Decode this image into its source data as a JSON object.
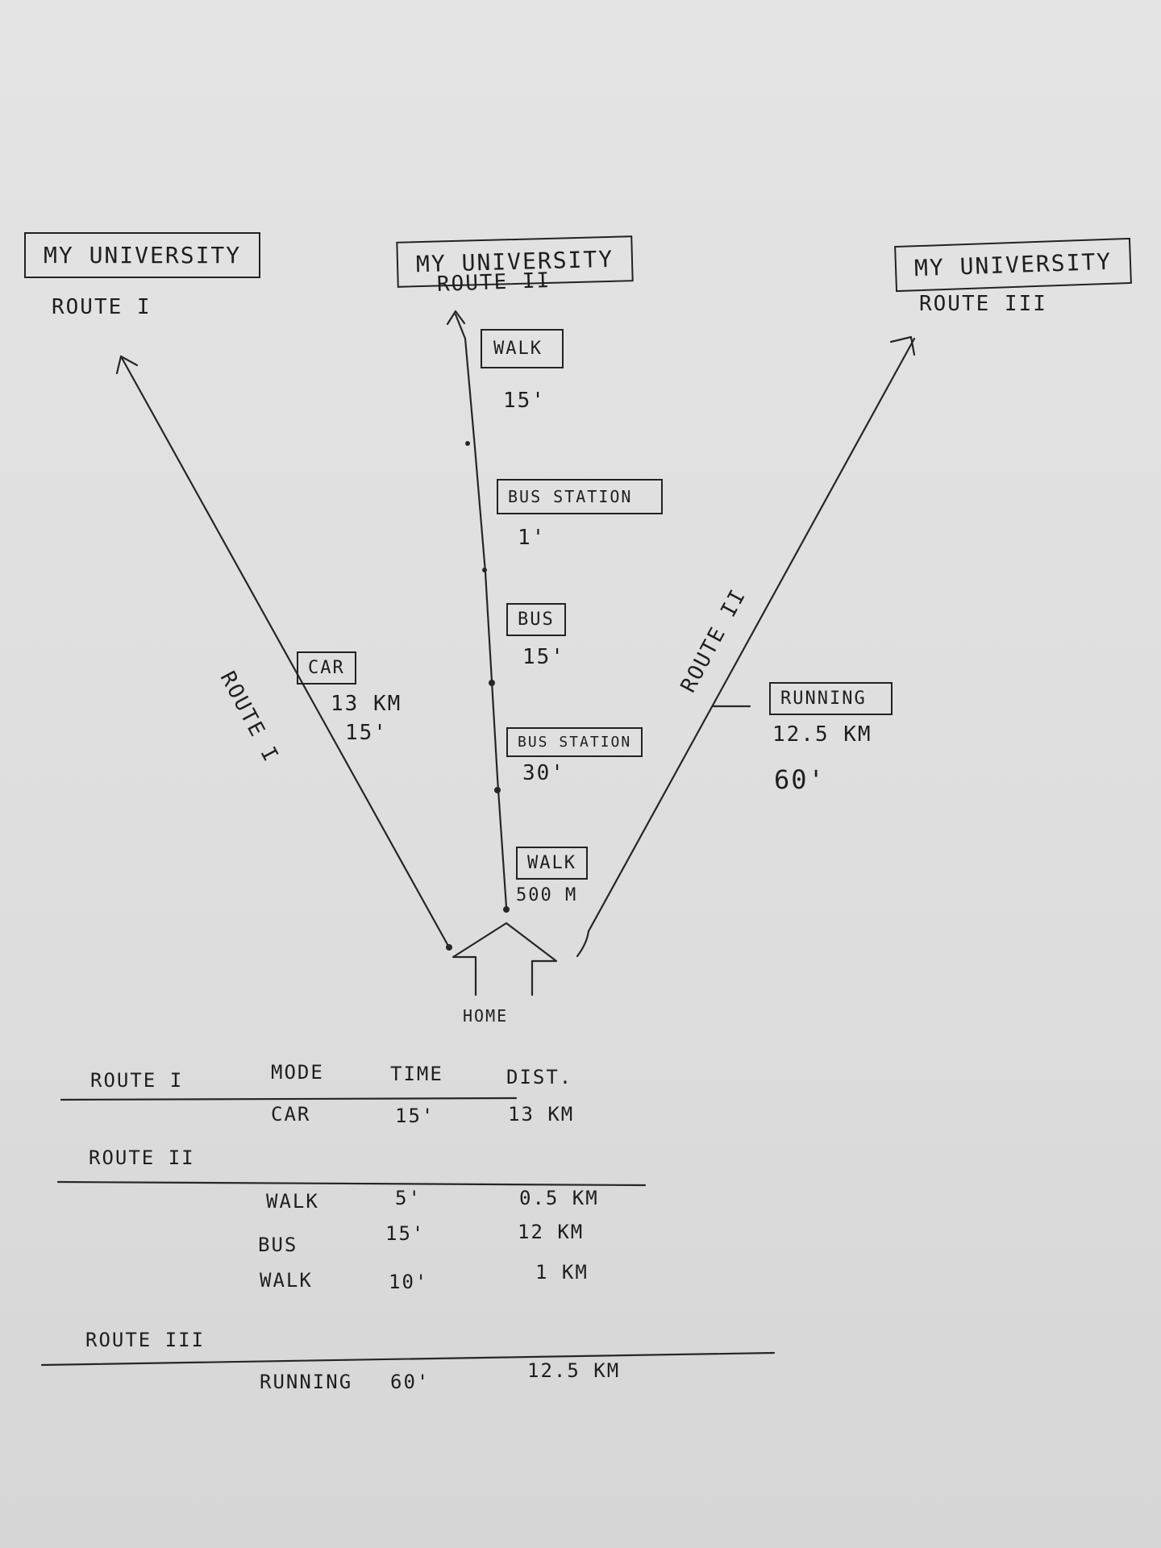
{
  "destination": "MY UNIVERSITY",
  "origin": "HOME",
  "routes": {
    "r1": {
      "label": "ROUTE I",
      "path_label": "ROUTE I",
      "mode": "CAR",
      "distance": "13 KM",
      "time": "15'"
    },
    "r2": {
      "label": "ROUTE II",
      "legs": [
        {
          "mode": "WALK",
          "value": "500 M"
        },
        {
          "mode": "BUS STATION",
          "value": "30'"
        },
        {
          "mode": "BUS",
          "value": "15'"
        },
        {
          "mode": "BUS STATION",
          "value": "1'"
        },
        {
          "mode": "WALK",
          "value": "15'"
        }
      ]
    },
    "r3": {
      "label": "ROUTE III",
      "path_label": "ROUTE II",
      "mode": "RUNNING",
      "distance": "12.5 KM",
      "time": "60'"
    }
  },
  "table": {
    "headers": {
      "mode": "MODE",
      "time": "TIME",
      "dist": "DIST."
    },
    "sections": [
      {
        "name": "ROUTE I",
        "rows": [
          {
            "mode": "CAR",
            "time": "15'",
            "dist": "13 KM"
          }
        ]
      },
      {
        "name": "ROUTE II",
        "rows": [
          {
            "mode": "WALK",
            "time": "5'",
            "dist": "0.5 KM"
          },
          {
            "mode": "BUS",
            "time": "15'",
            "dist": "12 KM"
          },
          {
            "mode": "WALK",
            "time": "10'",
            "dist": "1 KM"
          }
        ]
      },
      {
        "name": "ROUTE III",
        "rows": [
          {
            "mode": "RUNNING",
            "time": "60'",
            "dist": "12.5 KM"
          }
        ]
      }
    ]
  }
}
